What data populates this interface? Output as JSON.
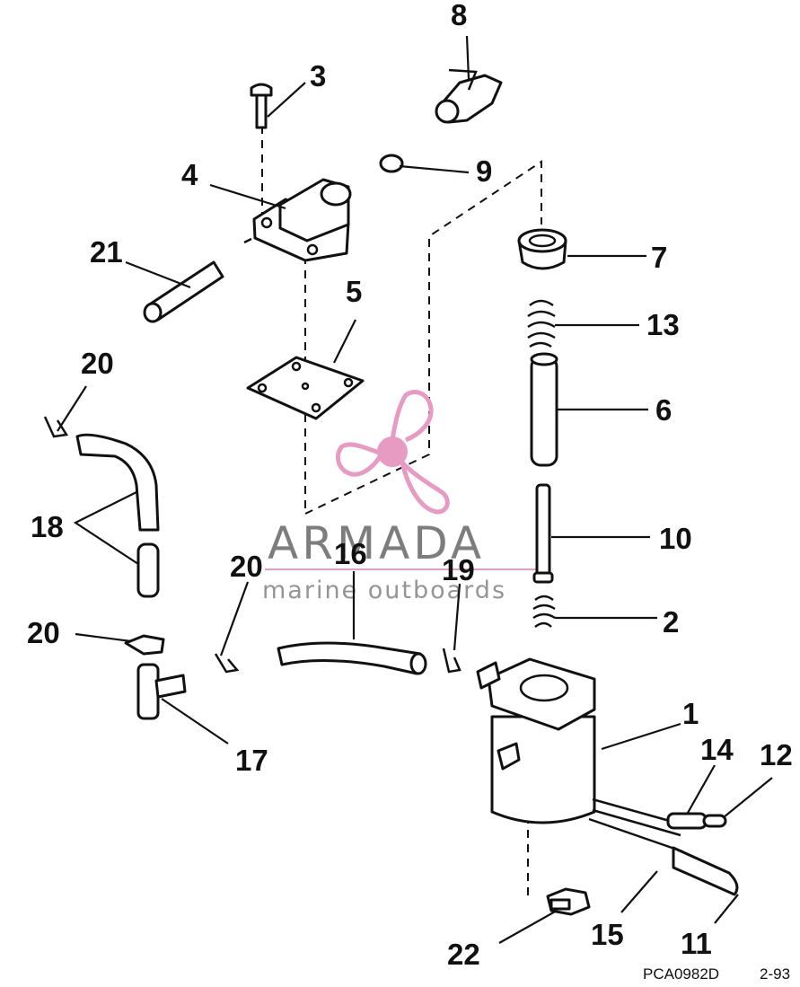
{
  "callouts": [
    {
      "id": "c1",
      "text": "1"
    },
    {
      "id": "c2",
      "text": "2"
    },
    {
      "id": "c3",
      "text": "3"
    },
    {
      "id": "c4",
      "text": "4"
    },
    {
      "id": "c5",
      "text": "5"
    },
    {
      "id": "c6",
      "text": "6"
    },
    {
      "id": "c7",
      "text": "7"
    },
    {
      "id": "c8",
      "text": "8"
    },
    {
      "id": "c9",
      "text": "9"
    },
    {
      "id": "c10",
      "text": "10"
    },
    {
      "id": "c11",
      "text": "11"
    },
    {
      "id": "c12",
      "text": "12"
    },
    {
      "id": "c13",
      "text": "13"
    },
    {
      "id": "c14",
      "text": "14"
    },
    {
      "id": "c15",
      "text": "15"
    },
    {
      "id": "c16",
      "text": "16"
    },
    {
      "id": "c17",
      "text": "17"
    },
    {
      "id": "c18",
      "text": "18"
    },
    {
      "id": "c19",
      "text": "19"
    },
    {
      "id": "c20a",
      "text": "20"
    },
    {
      "id": "c20b",
      "text": "20"
    },
    {
      "id": "c20c",
      "text": "20"
    },
    {
      "id": "c21",
      "text": "21"
    },
    {
      "id": "c22",
      "text": "22"
    }
  ],
  "footer": {
    "code": "PCA0982D",
    "page": "2-93"
  },
  "watermark": {
    "brand": "ARMADA",
    "tagline": "marine outboards",
    "accent": "#e79ac2",
    "icon": "propeller-logo-icon"
  }
}
